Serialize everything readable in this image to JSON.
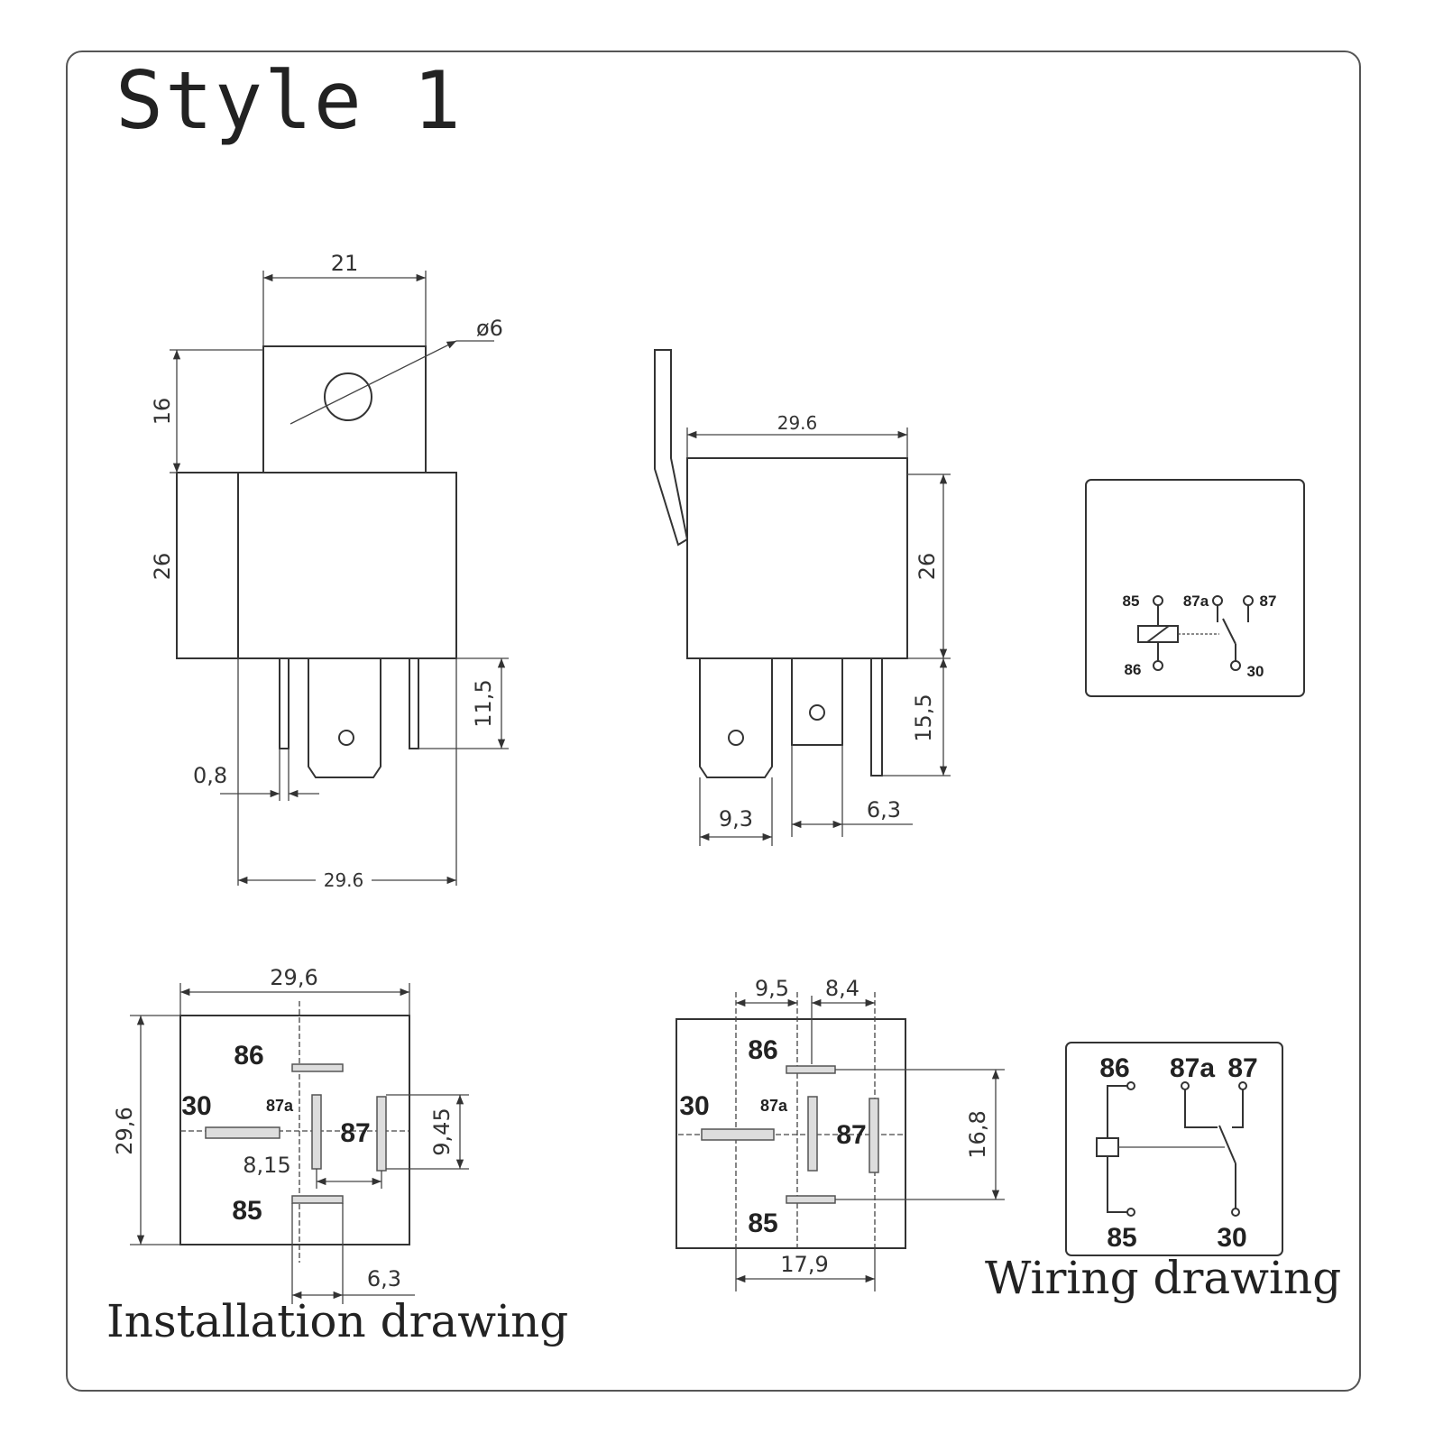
{
  "title": "Style 1",
  "captions": {
    "installation": "Installation drawing",
    "wiring": "Wiring drawing"
  },
  "front_view": {
    "tab_width": "21",
    "hole": "ø6",
    "tab_height": "16",
    "body_height": "26",
    "pin_length": "11,5",
    "pin_thickness": "0,8",
    "body_width": "29.6"
  },
  "side_view": {
    "body_width": "29.6",
    "body_height": "26",
    "pin_length": "15,5",
    "pin_a": "9,3",
    "pin_b": "6,3"
  },
  "small_wiring": {
    "p85": "85",
    "p87a": "87a",
    "p87": "87",
    "p86": "86",
    "p30": "30"
  },
  "install_left": {
    "width": "29,6",
    "height": "29,6",
    "p86": "86",
    "p30": "30",
    "p87a": "87a",
    "p87": "87",
    "p85": "85",
    "d1": "8,15",
    "d2": "9,45",
    "d3": "6,3"
  },
  "install_right": {
    "d1": "9,5",
    "d2": "8,4",
    "d3": "16,8",
    "d4": "17,9",
    "p86": "86",
    "p30": "30",
    "p87a": "87a",
    "p87": "87",
    "p85": "85"
  },
  "large_wiring": {
    "p86": "86",
    "p87a": "87a",
    "p87": "87",
    "p85": "85",
    "p30": "30"
  }
}
